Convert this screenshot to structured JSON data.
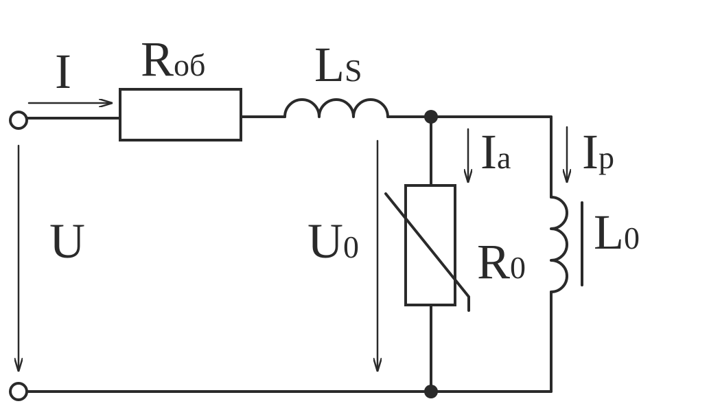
{
  "labels": {
    "current_main": "I",
    "resistor_series_main": "R",
    "resistor_series_sub": "об",
    "inductor_series_main": "L",
    "inductor_series_sub": "S",
    "voltage_input": "U",
    "voltage_output_main": "U",
    "voltage_output_sub": "0",
    "current_active_main": "I",
    "current_active_sub": "a",
    "current_reactive_main": "I",
    "current_reactive_sub": "p",
    "resistor_nonlinear_main": "R",
    "resistor_nonlinear_sub": "0",
    "inductor_core_main": "L",
    "inductor_core_sub": "0"
  }
}
